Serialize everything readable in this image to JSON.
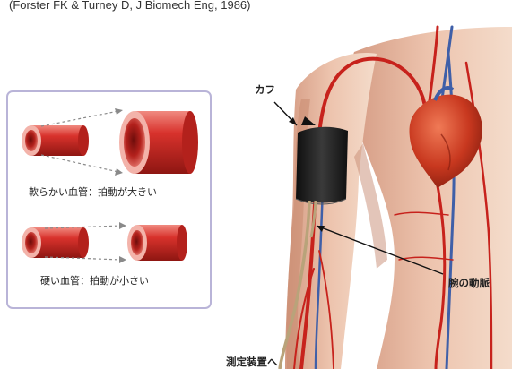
{
  "citation": "(Forster FK & Turney D, J Biomech Eng, 1986)",
  "inset": {
    "soft_vessel_caption": "軟らかい血管：拍動が大きい",
    "hard_vessel_caption": "硬い血管：拍動が小さい"
  },
  "annotations": {
    "cuff": "カフ",
    "brachial_artery": "腕の動脈",
    "to_device": "測定装置へ"
  },
  "colors": {
    "vessel_red": "#d8322c",
    "vessel_dark": "#a31a16",
    "inset_border": "#b9b4d8",
    "cuff": "#1c1c1c"
  }
}
